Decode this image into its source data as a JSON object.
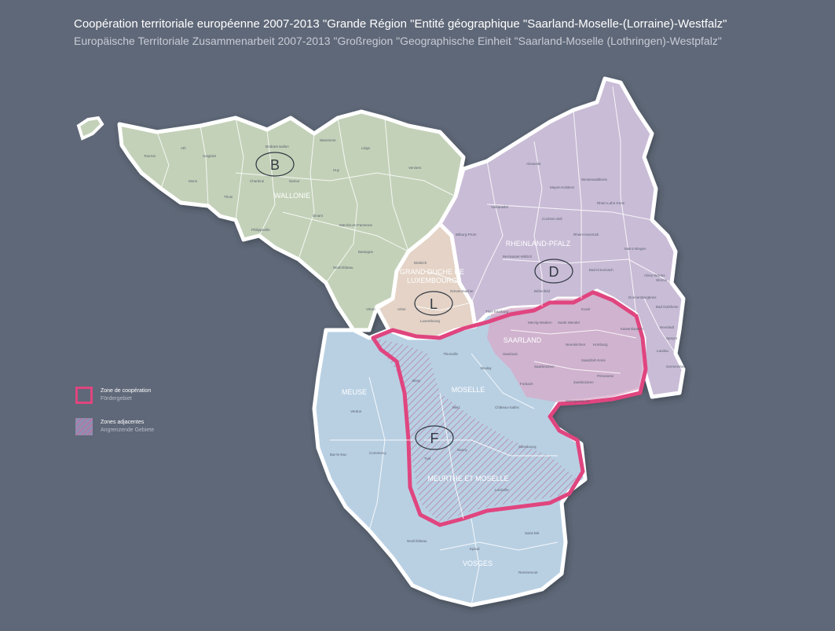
{
  "title": {
    "fr": "Coopération territoriale européenne 2007-2013 \"Grande Région \"Entité géographique \"Saarland-Moselle-(Lorraine)-Westfalz\"",
    "de": "Europäische Territoriale Zusammenarbeit 2007-2013 \"Großregion \"Geographische Einheit \"Saarland-Moselle (Lothringen)-Westpfalz\""
  },
  "colors": {
    "background": "#5f6878",
    "wallonie": "#c3d1b8",
    "luxembourg": "#e4d3c6",
    "rheinland_pfalz": "#c9bcd6",
    "saarland": "#d8a9c8",
    "lorraine": "#b9d0e3",
    "cooperation_border": "#e0457f",
    "outline": "#ffffff"
  },
  "countries": {
    "b": "B",
    "l": "L",
    "d": "D",
    "f": "F"
  },
  "regions": {
    "wallonie": "WALLONIE",
    "grand_duche_1": "GRAND DUCHE DE",
    "grand_duche_2": "LUXEMBOURG",
    "rheinland_pfalz": "RHEINLAND-PFALZ",
    "saarland": "SAARLAND",
    "meuse": "MEUSE",
    "moselle": "MOSELLE",
    "meurthe_et_moselle": "MEURTHE ET MOSELLE",
    "vosges": "VOSGES"
  },
  "places": {
    "tournai": "Tournai",
    "ath": "Ath",
    "soignies": "Soignies",
    "mons": "Mons",
    "thuin": "Thuin",
    "charleroi": "Charleroi",
    "namur": "Namur",
    "brabant": "Brabant wallon",
    "waremme": "Waremme",
    "liege": "Liège",
    "huy": "Huy",
    "verviers": "Verviers",
    "dinant": "Dinant",
    "marche": "Marche-en-Famenne",
    "philippeville": "Philippeville",
    "bastogne": "Bastogne",
    "neufchateau": "Neufchâteau",
    "virton": "Virton",
    "arlon": "Arlon",
    "diekirch": "Diekirch",
    "grevenmacher": "Grevenmacher",
    "luxembourg": "Luxembourg",
    "bitburg": "Bitburg-Prüm",
    "trier": "Trier-Saarburg",
    "wittlich": "Bernkastel-Wittlich",
    "birkenfeld": "Birkenfeld",
    "kusel": "Kusel",
    "bad_kreuznach": "Bad Kreuznach",
    "mainz": "Mainz-Bingen",
    "worms": "Worms",
    "alzey": "Alzey-Worms",
    "kaiserslautern": "Kaiserslautern",
    "donnersberg": "Donnersbergkreis",
    "bad_duerkheim": "Bad Dürkheim",
    "neustadt": "Neustadt",
    "speyer": "Speyer",
    "landau": "Landau",
    "germersheim": "Germersheim",
    "pirmasens": "Pirmasens",
    "zweibruecken": "Zweibrücken",
    "merzig": "Merzig-Wadern",
    "saarlouis": "Saarlouis",
    "st_wendel": "Sankt Wendel",
    "neunkirchen": "Neunkirchen",
    "saarbruecken": "Saarbrücken",
    "saarpfalz": "Saarpfalz-Kreis",
    "homburg": "Homburg",
    "westerwald": "Westerwaldkreis",
    "ahrweiler": "Ahrweiler",
    "mayen": "Mayen-Koblenz",
    "cochem": "Cochem-Zell",
    "rhein_lahn": "Rhein-Lahn-Kreis",
    "rhein_hunsrueck": "Rhein-Hunsrück",
    "vulkaneifel": "Vulkaneifel",
    "thionville": "Thionville",
    "boulay": "Boulay",
    "forbach": "Forbach",
    "sarreguemines": "Sarreguemines",
    "metz": "Metz",
    "chateau_salins": "Château-Salins",
    "sarrebourg": "Sarrebourg",
    "briey": "Briey",
    "nancy": "Nancy",
    "toul": "Toul",
    "luneville": "Lunéville",
    "verdun": "Verdun",
    "bar_le_duc": "Bar-le-Duc",
    "commercy": "Commercy",
    "neufchateau_f": "Neufchâteau",
    "epinal": "Epinal",
    "saint_die": "Saint-Dié",
    "remiremont": "Remiremont",
    "bar_sur": "Bar-le-Duc"
  },
  "legend": {
    "coop_fr": "Zone de coopération",
    "coop_de": "Fördergebiet",
    "adj_fr": "Zones adjacentes",
    "adj_de": "Angrenzende Gebiete"
  }
}
